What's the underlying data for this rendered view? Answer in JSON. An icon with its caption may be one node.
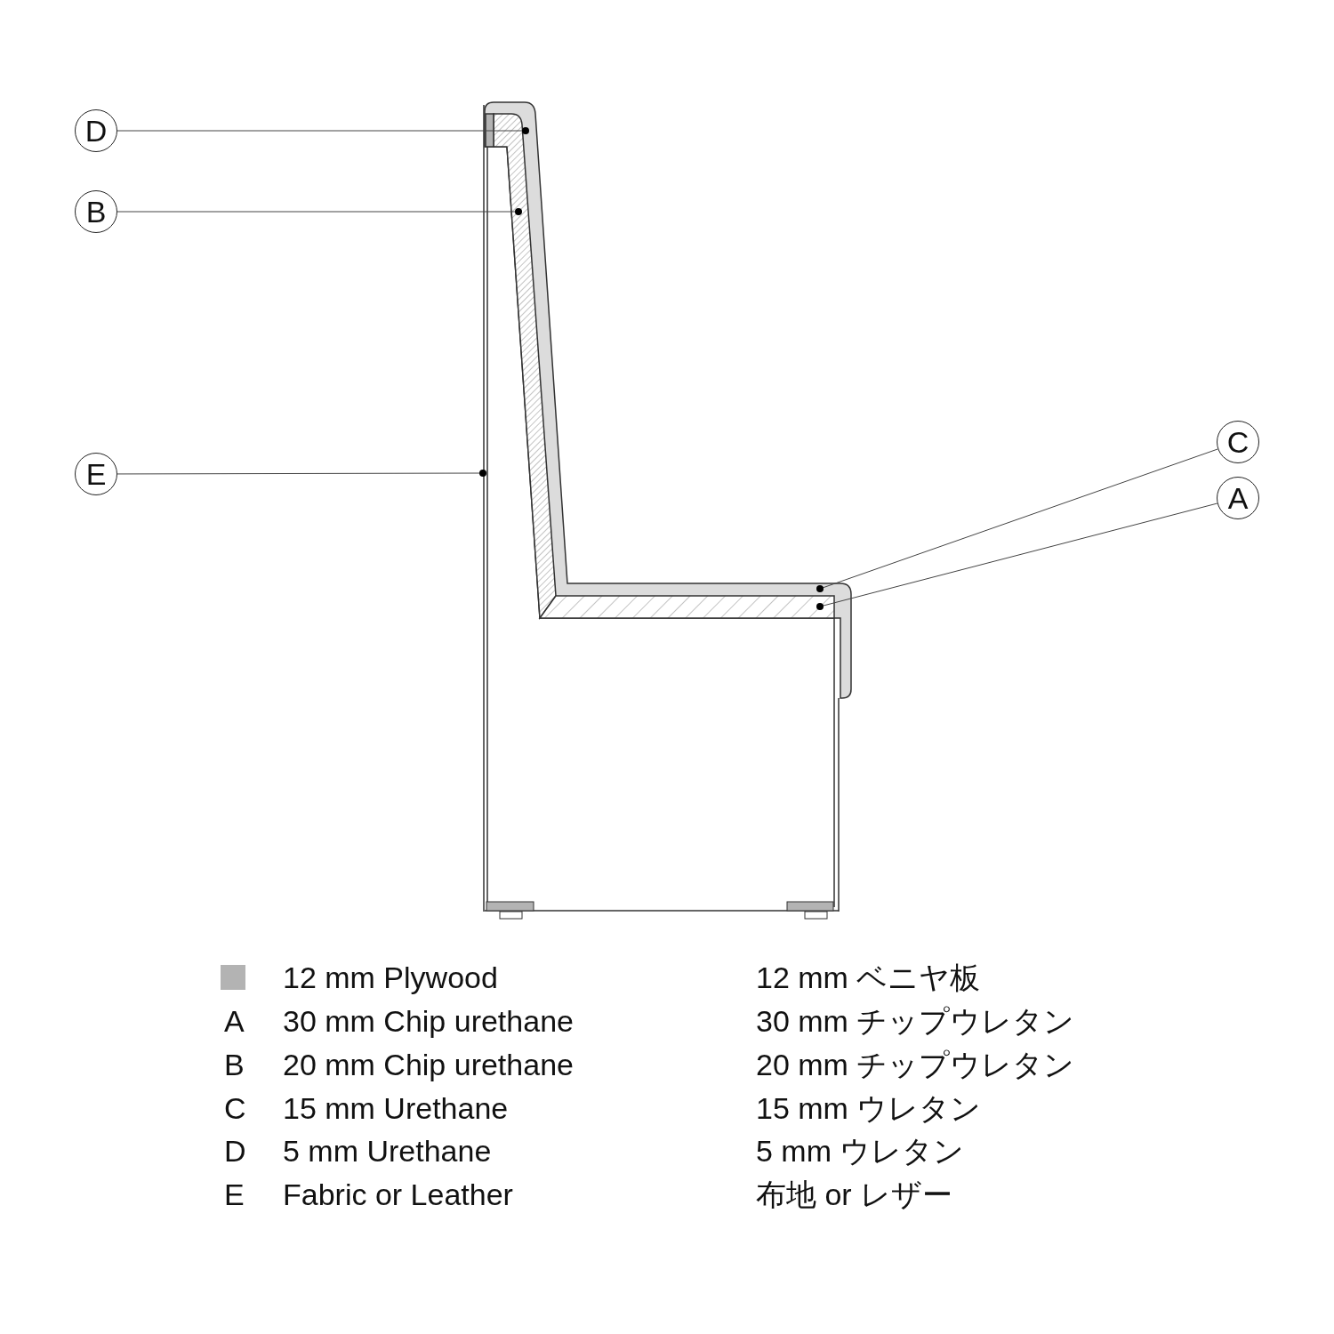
{
  "diagram": {
    "nodes": [
      {
        "text": [
          "D"
        ]
      },
      {
        "text": [
          "B"
        ]
      },
      {
        "text": [
          "E"
        ]
      },
      {
        "text": [
          "C"
        ]
      },
      {
        "text": [
          "A"
        ]
      }
    ],
    "edges": [
      {
        "from": 0,
        "to": null,
        "arrow": "other"
      },
      {
        "from": 1,
        "to": null,
        "arrow": "other"
      },
      {
        "from": 2,
        "to": null,
        "arrow": "other"
      },
      {
        "from": 3,
        "to": null,
        "arrow": "other"
      },
      {
        "from": 4,
        "to": null,
        "arrow": "other"
      }
    ],
    "labels": [
      "12 mm ベニヤ板",
      "A",
      "30 mm Chip urethane",
      "30 mm チップウレタン",
      "B",
      "20 mm Chip urethane",
      "20 mm チップウレタン",
      "C",
      "15 mm Urethane",
      "15 mm ウレタン",
      "D",
      "5 mm Urethane",
      "5 mm ウレタン",
      "E",
      "Fabric or Leather",
      "布地 or レザー"
    ],
    "legend": [
      {
        "text": "12 mm Plywood",
        "color": "#b3b3b3"
      }
    ]
  }
}
